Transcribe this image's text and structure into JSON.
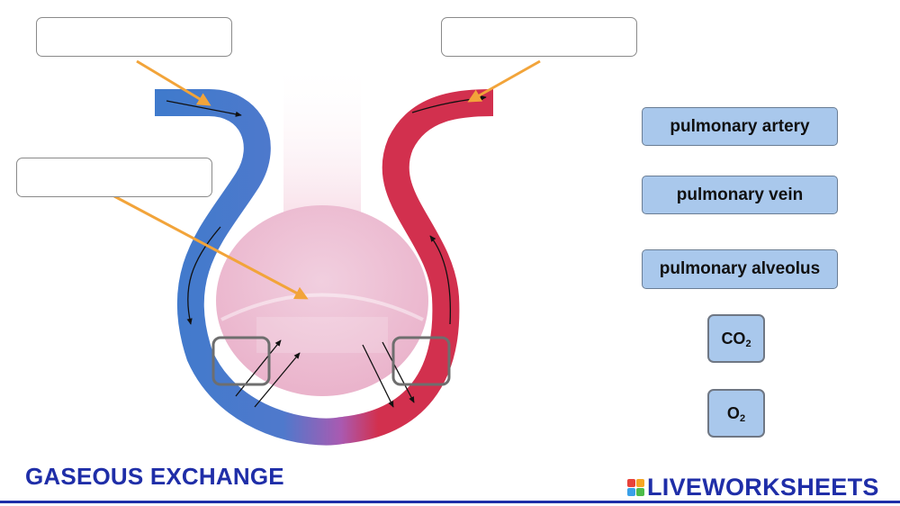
{
  "title": "GASEOUS EXCHANGE",
  "brand": {
    "name": "LIVEWORKSHEETS",
    "logo_colors": [
      "#e8423a",
      "#f6a623",
      "#3aa0e8",
      "#4cbb4a"
    ]
  },
  "options": [
    {
      "text": "pulmonary artery"
    },
    {
      "text": "pulmonary vein"
    },
    {
      "text": "pulmonary alveolus"
    },
    {
      "base": "CO",
      "sub": "2"
    },
    {
      "base": "O",
      "sub": "2"
    }
  ],
  "colors": {
    "artery_blue": "#3f7acc",
    "vein_red": "#d2304e",
    "alveolus_pink": "#f3c9d9",
    "pointer_orange": "#f2a43a",
    "chip_fill": "#a9c8ec",
    "title_blue": "#1f2ea8"
  }
}
